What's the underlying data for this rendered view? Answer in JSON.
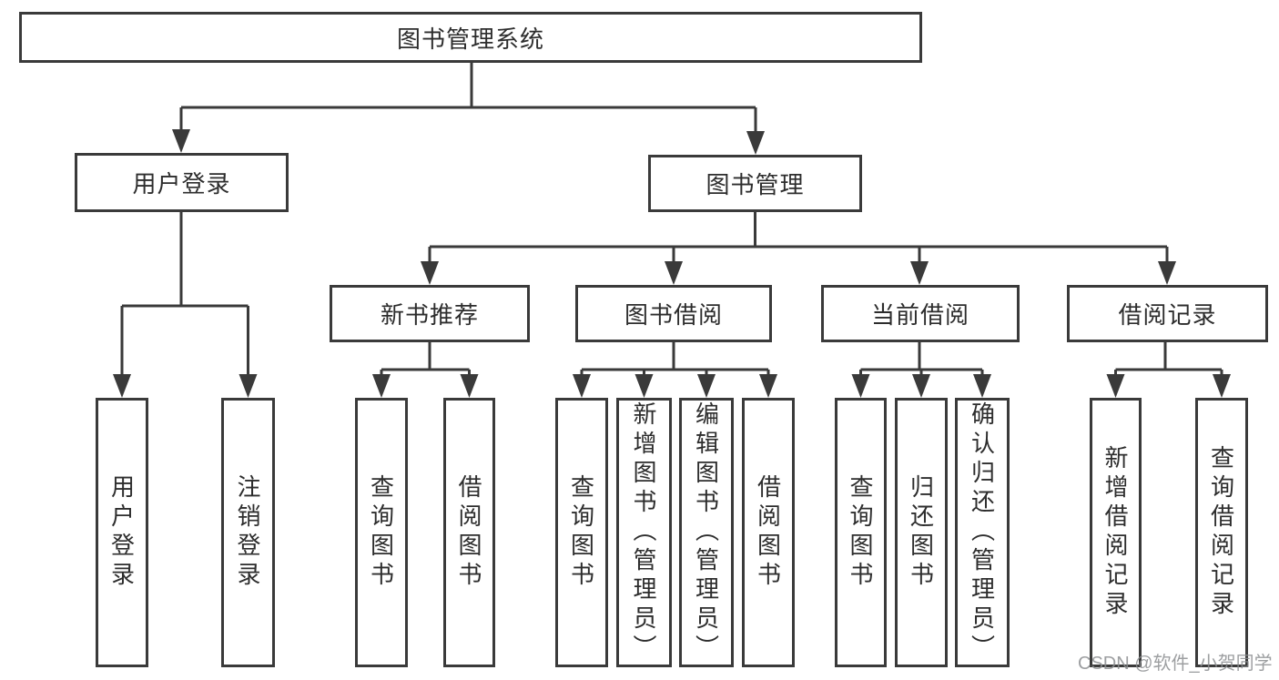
{
  "watermark": "CSDN @软件_小贺同学",
  "colors": {
    "line": "#3a3a3a",
    "text": "#2d2d2d",
    "box_background": "#ffffff",
    "watermark": "#8c8e91"
  },
  "tree": {
    "label": "图书管理系统",
    "children": [
      {
        "label": "用户登录",
        "children": [
          {
            "label": "用户登录"
          },
          {
            "label": "注销登录"
          }
        ]
      },
      {
        "label": "图书管理",
        "children": [
          {
            "label": "新书推荐",
            "children": [
              {
                "label": "查询图书"
              },
              {
                "label": "借阅图书"
              }
            ]
          },
          {
            "label": "图书借阅",
            "children": [
              {
                "label": "查询图书"
              },
              {
                "label": "新增图书（管理员）"
              },
              {
                "label": "编辑图书（管理员）"
              },
              {
                "label": "借阅图书"
              }
            ]
          },
          {
            "label": "当前借阅",
            "children": [
              {
                "label": "查询图书"
              },
              {
                "label": "归还图书"
              },
              {
                "label": "确认归还（管理员）"
              }
            ]
          },
          {
            "label": "借阅记录",
            "children": [
              {
                "label": "新增借阅记录"
              },
              {
                "label": "查询借阅记录"
              }
            ]
          }
        ]
      }
    ]
  }
}
